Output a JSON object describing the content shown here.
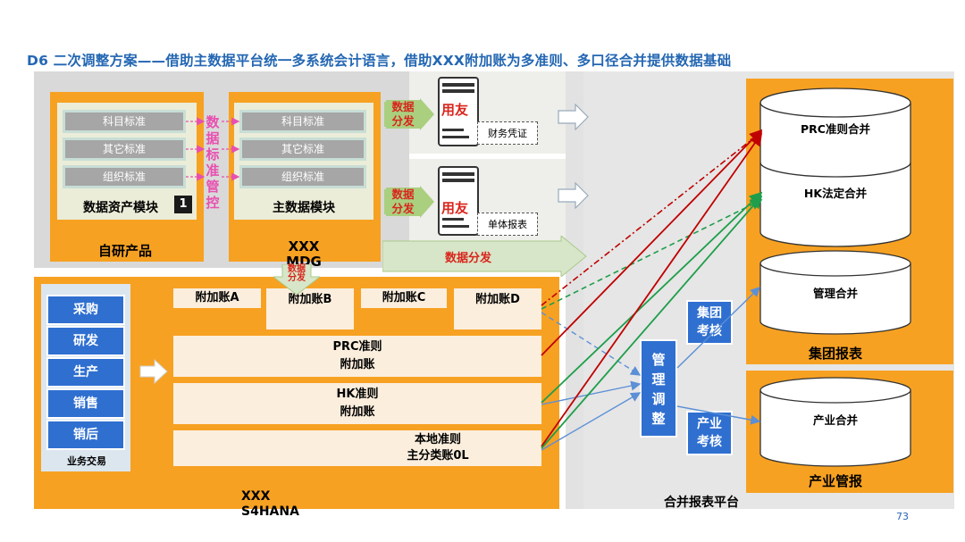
{
  "title": "D6 二次调整方案——借助主数据平台统一多系统会计语言，借助XXX附加账为多准则、多口径合并提供数据基础",
  "self_dev": {
    "label": "自研产品",
    "standards": [
      "科目标准",
      "其它标准",
      "组织标准"
    ],
    "module": "数据资产模块",
    "badge": "1"
  },
  "governance": {
    "chars": [
      "数",
      "据",
      "标",
      "准",
      "管",
      "控"
    ]
  },
  "mdg": {
    "standards": [
      "科目标准",
      "其它标准",
      "组织标准"
    ],
    "module": "主数据模块",
    "label_line1": "XXX",
    "label_line2": "MDG"
  },
  "yonyou": {
    "top": {
      "dist1": "数据",
      "dist2": "分发",
      "brand": "用友",
      "doc": "财务凭证"
    },
    "bottom": {
      "dist1": "数据",
      "dist2": "分发",
      "brand": "用友",
      "doc": "单体报表"
    }
  },
  "data_dist": "数据分发",
  "down_arrow": {
    "line1": "数据",
    "line2": "分发"
  },
  "s4": {
    "label_line1": "XXX",
    "label_line2": "S4HANA",
    "biz": [
      "采购",
      "研发",
      "生产",
      "销售",
      "销后"
    ],
    "biz_label": "业务交易",
    "accounts": [
      "附加账A",
      "附加账B",
      "附加账C",
      "附加账D"
    ],
    "prc": {
      "line1": "PRC准则",
      "line2": "附加账"
    },
    "hk": {
      "line1": "HK准则",
      "line2": "附加账"
    },
    "local": {
      "line1": "本地准则",
      "line2": "主分类账0L"
    }
  },
  "adjust": {
    "chars": [
      "管",
      "理",
      "调",
      "整"
    ]
  },
  "group_assess": {
    "line1": "集团",
    "line2": "考核"
  },
  "industry_assess": {
    "line1": "产业",
    "line2": "考核"
  },
  "consol": {
    "prc": "PRC准则合并",
    "hk": "HK法定合并",
    "mgmt": "管理合并",
    "group_label": "集团报表",
    "industry": "产业合并",
    "industry_label": "产业管报",
    "platform": "合并报表平台"
  },
  "page_number": "73",
  "colors": {
    "orange": "#f7a122",
    "blue": "#2467b3",
    "btn_blue": "#2f6fd0",
    "red": "#c00000",
    "green": "#1e9e4a",
    "steel": "#5b8fd6"
  }
}
